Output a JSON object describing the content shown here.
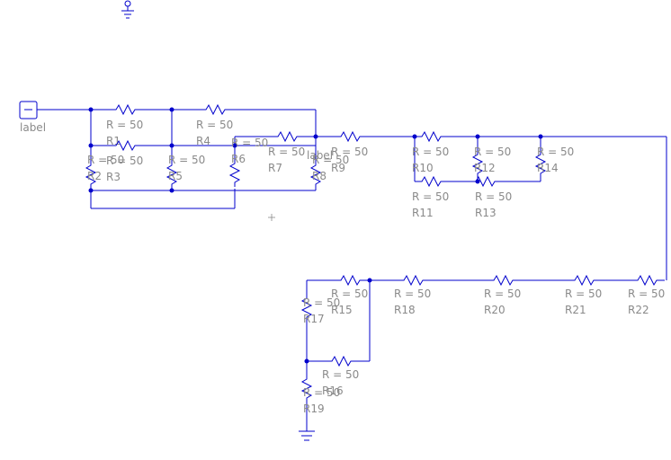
{
  "schematic": {
    "ports": [
      {
        "id": "p1",
        "label": "label"
      },
      {
        "id": "p2",
        "label": "label"
      }
    ],
    "resistors": [
      {
        "id": "R1",
        "name": "R1",
        "value": "R = 50"
      },
      {
        "id": "R2",
        "name": "R2",
        "value": "R = 50"
      },
      {
        "id": "R3",
        "name": "R3",
        "value": "R = 50"
      },
      {
        "id": "R4",
        "name": "R4",
        "value": "R = 50"
      },
      {
        "id": "R5",
        "name": "R5",
        "value": "R = 50"
      },
      {
        "id": "R6",
        "name": "R6",
        "value": "R = 50"
      },
      {
        "id": "R7",
        "name": "R7",
        "value": "R = 50"
      },
      {
        "id": "R8",
        "name": "R8",
        "value": "R = 50"
      },
      {
        "id": "R9",
        "name": "R9",
        "value": "R = 50"
      },
      {
        "id": "R10",
        "name": "R10",
        "value": "R = 50"
      },
      {
        "id": "R11",
        "name": "R11",
        "value": "R = 50"
      },
      {
        "id": "R12",
        "name": "R12",
        "value": "R = 50"
      },
      {
        "id": "R13",
        "name": "R13",
        "value": "R = 50"
      },
      {
        "id": "R14",
        "name": "R14",
        "value": "R = 50"
      },
      {
        "id": "R15",
        "name": "R15",
        "value": "R = 50"
      },
      {
        "id": "R16",
        "name": "R16",
        "value": "R = 50"
      },
      {
        "id": "R17",
        "name": "R17",
        "value": "R = 50"
      },
      {
        "id": "R18",
        "name": "R18",
        "value": "R = 50"
      },
      {
        "id": "R19",
        "name": "R19",
        "value": "R = 50"
      },
      {
        "id": "R20",
        "name": "R20",
        "value": "R = 50"
      },
      {
        "id": "R21",
        "name": "R21",
        "value": "R = 50"
      },
      {
        "id": "R22",
        "name": "R22",
        "value": "R = 50"
      }
    ],
    "grounds": [
      "ground-top",
      "ground-bottom"
    ],
    "colors": {
      "wire": "#0000cc",
      "label": "#8a8a8a",
      "background": "#ffffff"
    }
  }
}
